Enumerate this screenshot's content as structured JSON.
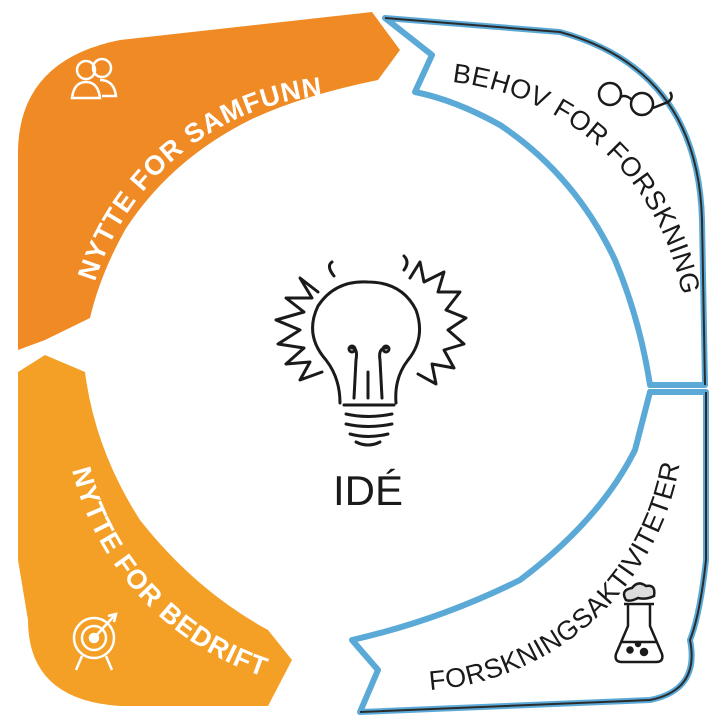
{
  "center": {
    "label": "IDÉ",
    "icon": "lightbulb-icon"
  },
  "segments": [
    {
      "id": "samfunn",
      "label": "NYTTE FOR SAMFUNN",
      "color": "#f08a24",
      "text_color": "#ffffff",
      "icon": "people-icon"
    },
    {
      "id": "behov",
      "label": "BEHOV FOR FORSKNING",
      "color": "#ffffff",
      "border": "#5aa9d6",
      "text_color": "#1a1a1a",
      "icon": "glasses-icon"
    },
    {
      "id": "aktiviteter",
      "label": "FORSKNINGSAKTIVITETER",
      "color": "#ffffff",
      "border": "#5aa9d6",
      "text_color": "#1a1a1a",
      "icon": "flask-icon"
    },
    {
      "id": "bedrift",
      "label": "NYTTE FOR BEDRIFT",
      "color": "#f4a026",
      "text_color": "#ffffff",
      "icon": "target-icon"
    }
  ]
}
